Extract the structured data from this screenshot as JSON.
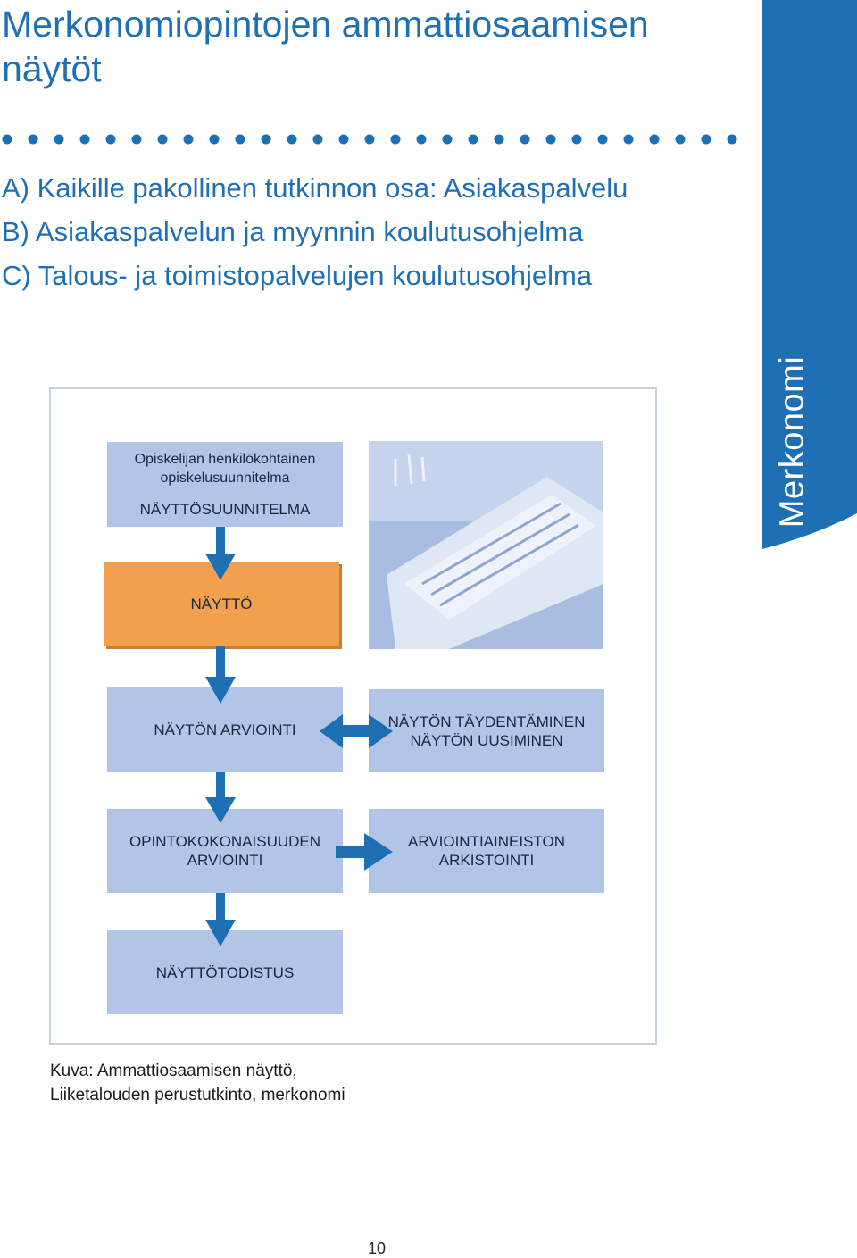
{
  "heading": {
    "line1": "Merkonomiopintojen ammattiosaamisen",
    "line2": "näytöt"
  },
  "items": [
    "A) Kaikille pakollinen tutkinnon osa: Asiakaspalvelu",
    "B) Asiakaspalvelun ja myynnin koulutusohjelma",
    "C) Talous- ja toimistopalvelujen koulutusohjelma"
  ],
  "sidebar": {
    "label": "Merkonomi",
    "color": "#1f6fb5"
  },
  "diagram": {
    "plan": {
      "line1": "Opiskelijan henkilökohtainen",
      "line2": "opiskelusuunnitelma",
      "line3": "NÄYTTÖSUUNNITELMA"
    },
    "demo": "NÄYTTÖ",
    "evaluation": "NÄYTÖN ARVIOINTI",
    "supplement": {
      "line1": "NÄYTÖN TÄYDENTÄMINEN",
      "line2": "NÄYTÖN UUSIMINEN"
    },
    "module_eval": {
      "line1": "OPINTOKOKONAISUUDEN",
      "line2": "ARVIOINTI"
    },
    "archiving": {
      "line1": "ARVIOINTIAINEISTON",
      "line2": "ARKISTOINTI"
    },
    "certificate": "NÄYTTÖTODISTUS",
    "colors": {
      "box": "#b3c5e6",
      "highlight": "#f2a04e",
      "arrow": "#1f6fb5"
    }
  },
  "caption": {
    "line1": "Kuva: Ammattiosaamisen näyttö,",
    "line2": "Liiketalouden perustutkinto, merkonomi"
  },
  "page_number": "10"
}
